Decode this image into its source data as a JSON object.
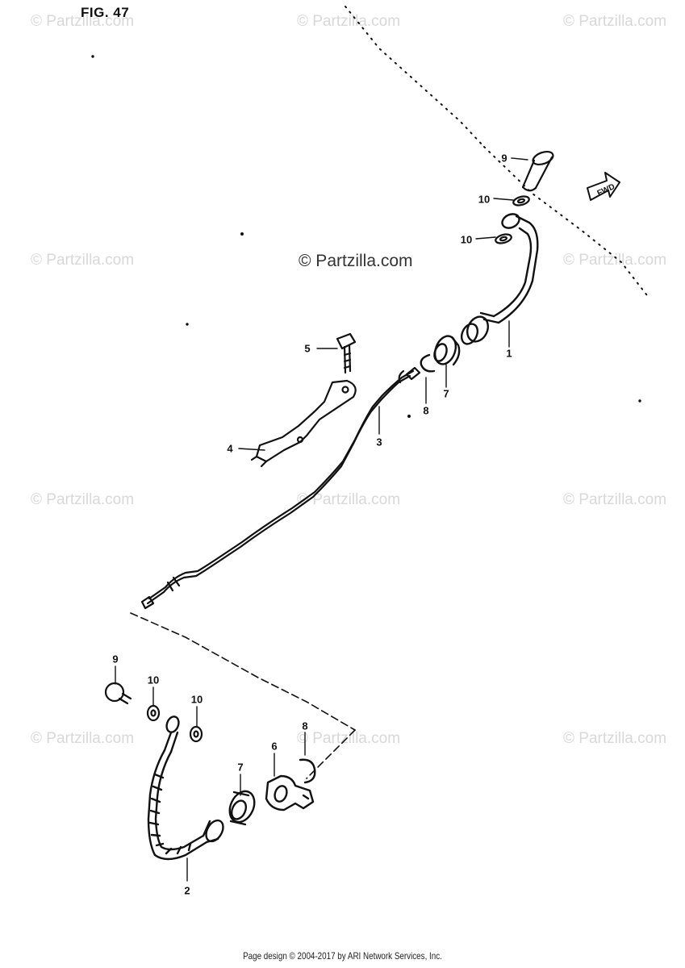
{
  "figure": {
    "label": "FIG. 47"
  },
  "watermarks": {
    "repeat_text": "© Partzilla.com",
    "main_text": "© Partzilla.com"
  },
  "callouts": {
    "c1": "1",
    "c2": "2",
    "c3": "3",
    "c4": "4",
    "c5": "5",
    "c6": "6",
    "c7a": "7",
    "c7b": "7",
    "c8a": "8",
    "c8b": "8",
    "c9a": "9",
    "c9b": "9",
    "c10a": "10",
    "c10b": "10",
    "c10c": "10",
    "c10d": "10"
  },
  "arrow": {
    "label": "FWD"
  },
  "footer": {
    "text": "Page design © 2004-2017 by ARI Network Services, Inc."
  }
}
